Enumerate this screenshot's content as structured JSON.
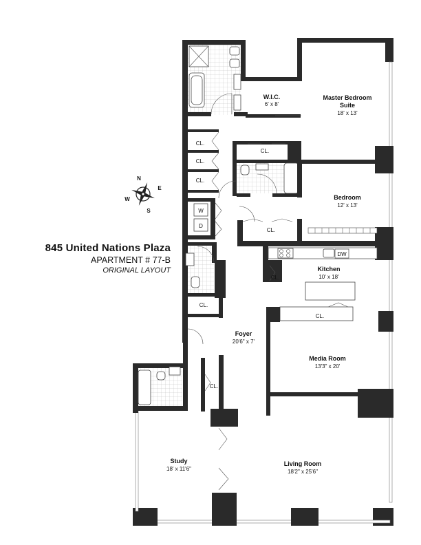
{
  "title": {
    "building": "845 United Nations Plaza",
    "apartment": "APARTMENT # 77-B",
    "layout": "ORIGINAL LAYOUT"
  },
  "compass": {
    "n": "N",
    "s": "S",
    "e": "E",
    "w": "W"
  },
  "rooms": {
    "wic": {
      "name": "W.I.C.",
      "dims": "6' x 8'"
    },
    "master": {
      "name": "Master Bedroom",
      "name2": "Suite",
      "dims": "18' x 13'"
    },
    "bedroom": {
      "name": "Bedroom",
      "dims": "12' x 13'"
    },
    "kitchen": {
      "name": "Kitchen",
      "dims": "10' x 18'"
    },
    "foyer": {
      "name": "Foyer",
      "dims": "20'6\" x 7'"
    },
    "media": {
      "name": "Media Room",
      "dims": "13'3\" x 20'"
    },
    "study": {
      "name": "Study",
      "dims": "18' x 11'6\""
    },
    "living": {
      "name": "Living Room",
      "dims": "18'2\" x 25'6\""
    }
  },
  "labels": {
    "closet": "CL.",
    "washer": "W",
    "dryer": "D",
    "dishwasher": "DW"
  }
}
